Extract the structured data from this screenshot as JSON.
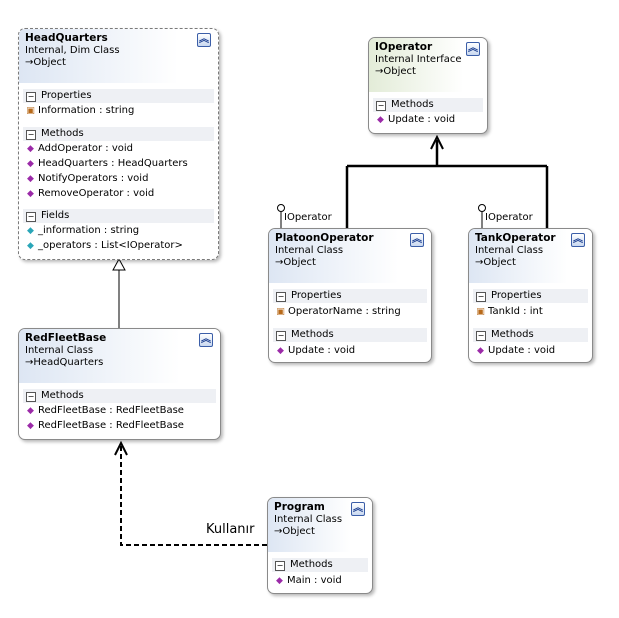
{
  "classes": {
    "headquarters": {
      "name": "HeadQuarters",
      "kind": "Internal, Dim Class",
      "base": "Object",
      "properties_label": "Properties",
      "properties": [
        "Information : string"
      ],
      "methods_label": "Methods",
      "methods": [
        "AddOperator : void",
        "HeadQuarters : HeadQuarters",
        "NotifyOperators : void",
        "RemoveOperator : void"
      ],
      "fields_label": "Fields",
      "fields": [
        "_information : string",
        "_operators : List<IOperator>"
      ]
    },
    "ioperator": {
      "name": "IOperator",
      "kind": "Internal Interface",
      "base": "Object",
      "methods_label": "Methods",
      "methods": [
        "Update : void"
      ]
    },
    "platoonoperator": {
      "name": "PlatoonOperator",
      "kind": "Internal Class",
      "base": "Object",
      "interface_label": "IOperator",
      "properties_label": "Properties",
      "properties": [
        "OperatorName : string"
      ],
      "methods_label": "Methods",
      "methods": [
        "Update : void"
      ]
    },
    "tankoperator": {
      "name": "TankOperator",
      "kind": "Internal Class",
      "base": "Object",
      "interface_label": "IOperator",
      "properties_label": "Properties",
      "properties": [
        "TankId : int"
      ],
      "methods_label": "Methods",
      "methods": [
        "Update : void"
      ]
    },
    "redfleetbase": {
      "name": "RedFleetBase",
      "kind": "Internal Class",
      "base": "HeadQuarters",
      "methods_label": "Methods",
      "methods": [
        "RedFleetBase : RedFleetBase",
        "RedFleetBase : RedFleetBase"
      ]
    },
    "program": {
      "name": "Program",
      "kind": "Internal Class",
      "base": "Object",
      "methods_label": "Methods",
      "methods": [
        "Main : void"
      ]
    }
  },
  "dependency_label": "Kullanır",
  "colors": {
    "header_class": "#dde6f3",
    "header_interface": "#e3ecd8",
    "method_icon": "#9b2aa8",
    "field_icon": "#2aa6b8",
    "chevron_border": "#3b5ea8"
  }
}
